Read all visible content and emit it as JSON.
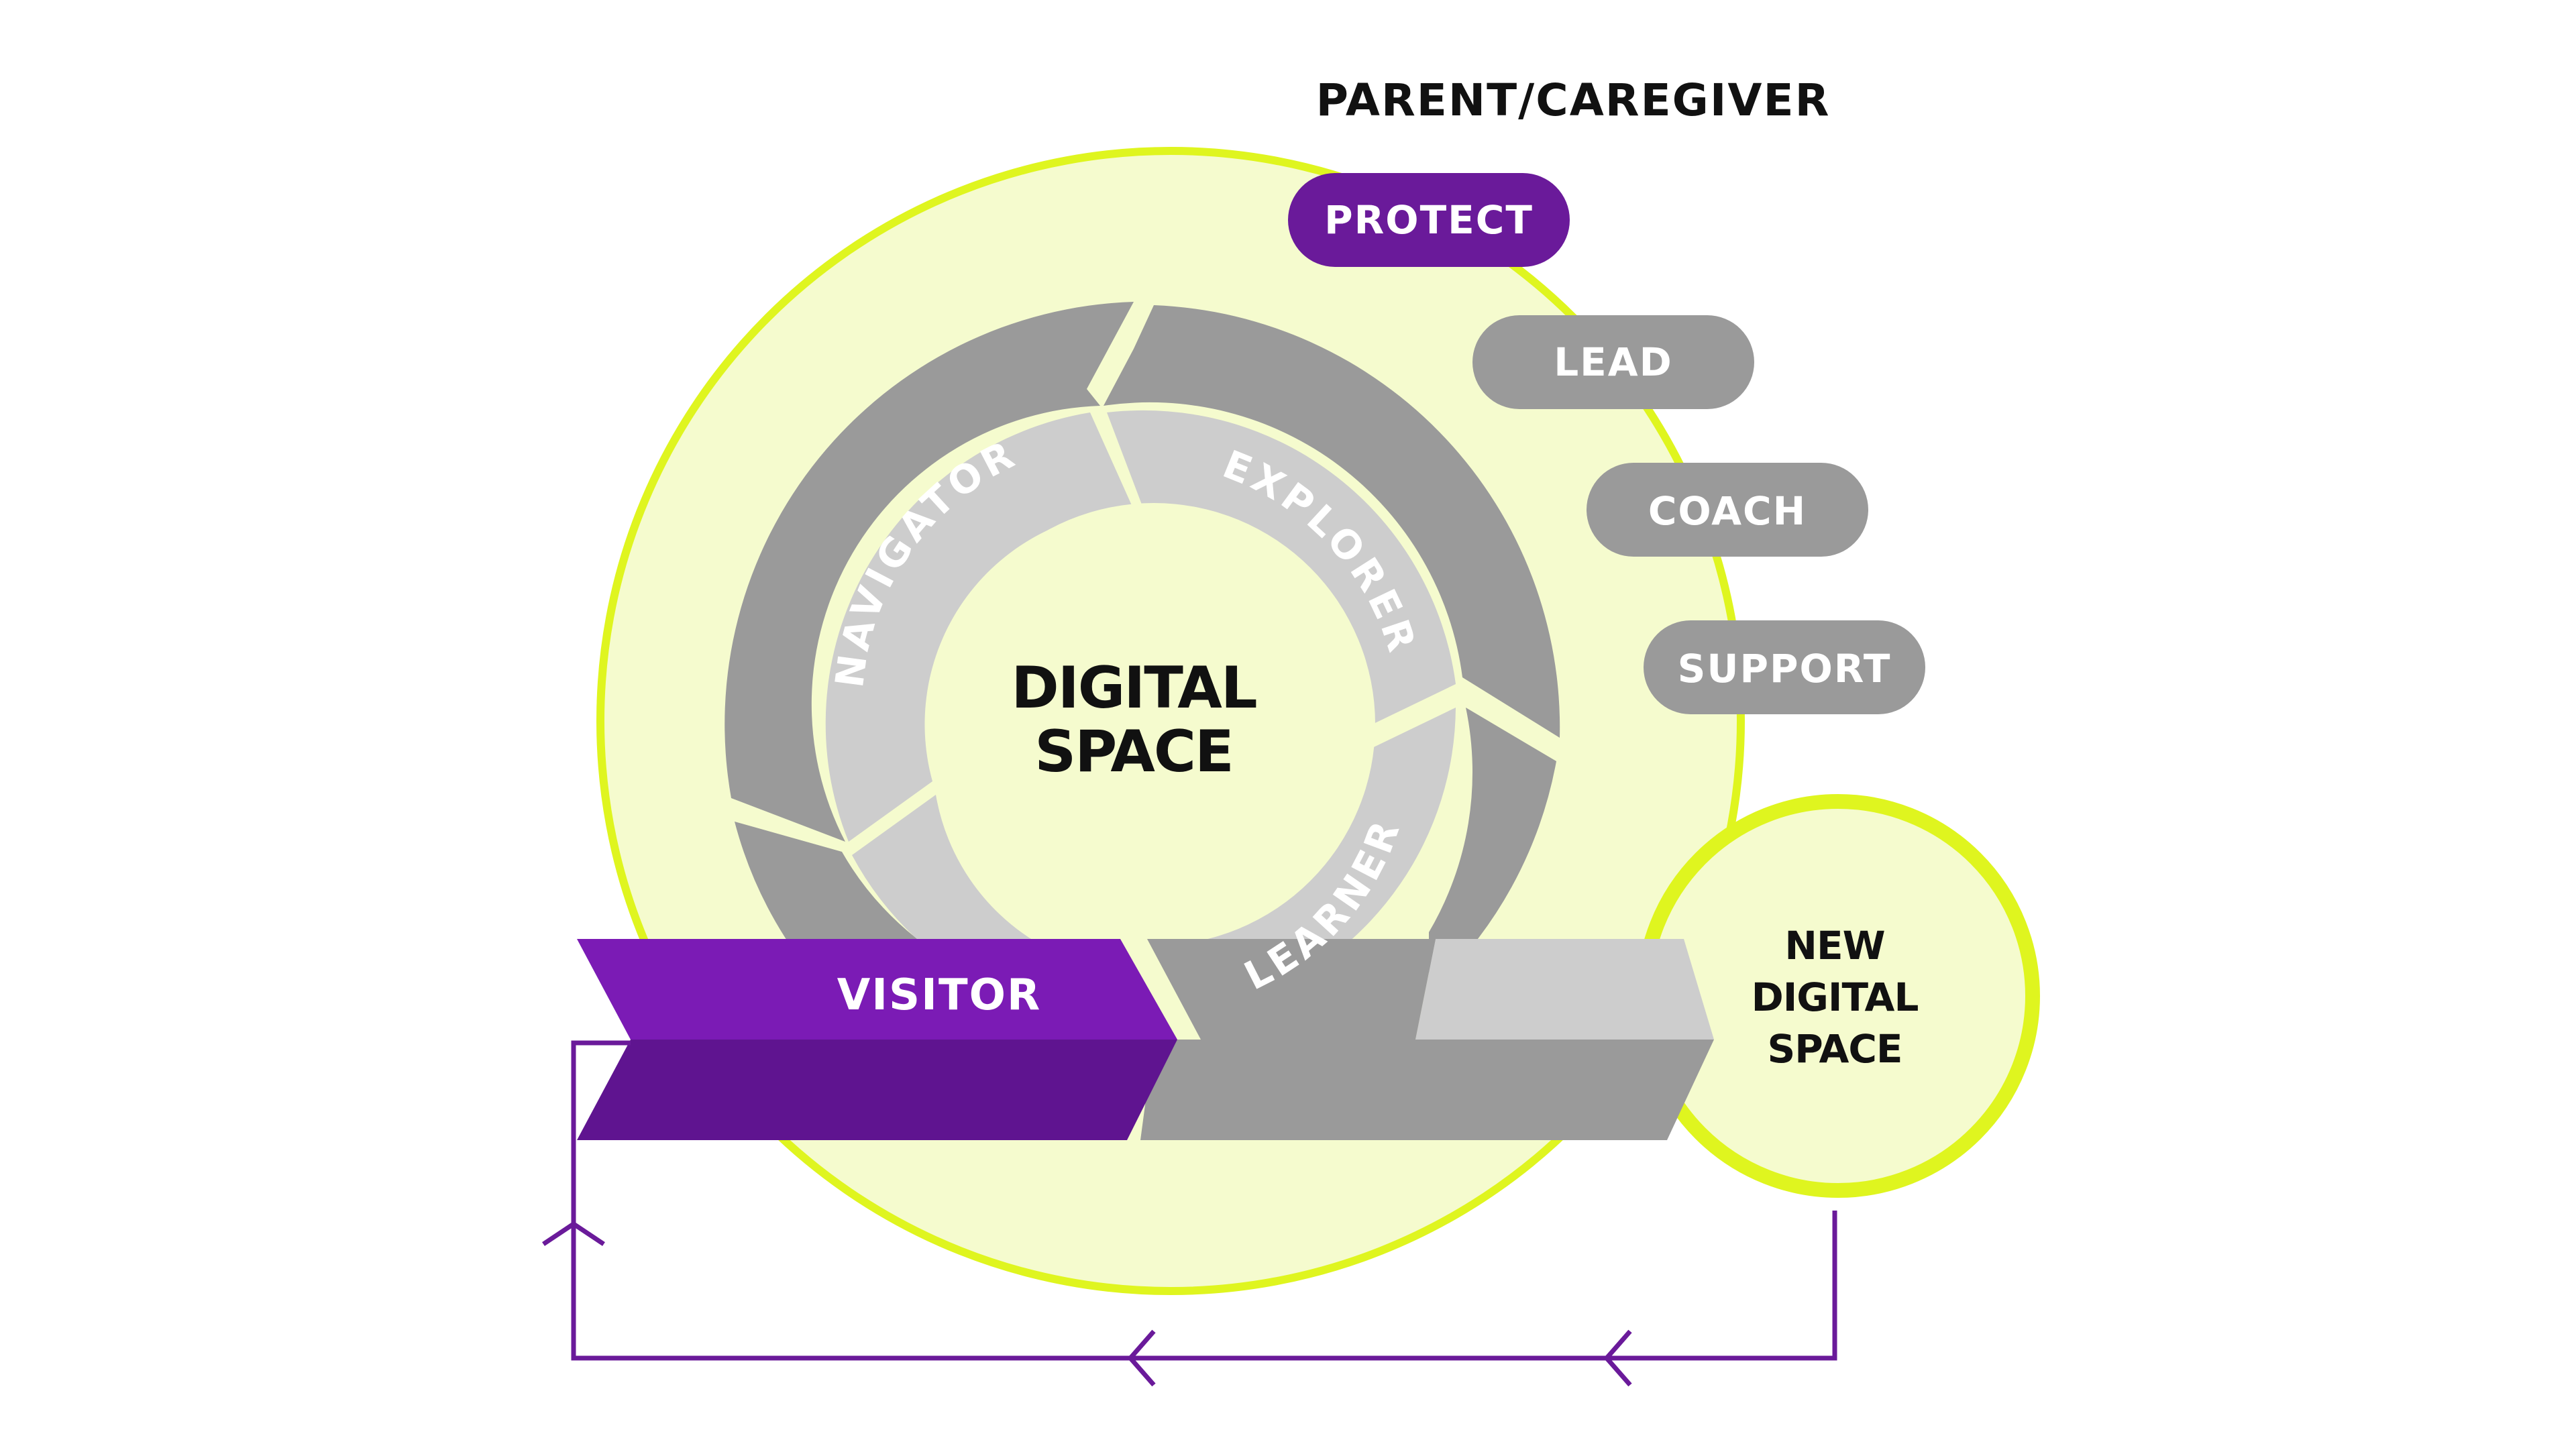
{
  "heading": "PARENT/CAREGIVER",
  "roles": [
    "PROTECT",
    "LEAD",
    "COACH",
    "SUPPORT"
  ],
  "center": {
    "line1": "DIGITAL",
    "line2": "SPACE"
  },
  "stages": [
    "NAVIGATOR",
    "EXPLORER",
    "LEARNER"
  ],
  "visitor": "VISITOR",
  "new_space": {
    "line1": "NEW",
    "line2": "DIGITAL",
    "line3": "SPACE"
  },
  "colors": {
    "purple": "#6a1a9a",
    "purple_light": "#7b1bb5",
    "lime": "#dff51f",
    "cream": "#f5fbce",
    "gray_dark": "#9a9a9a",
    "gray_light": "#cdcdcd"
  }
}
